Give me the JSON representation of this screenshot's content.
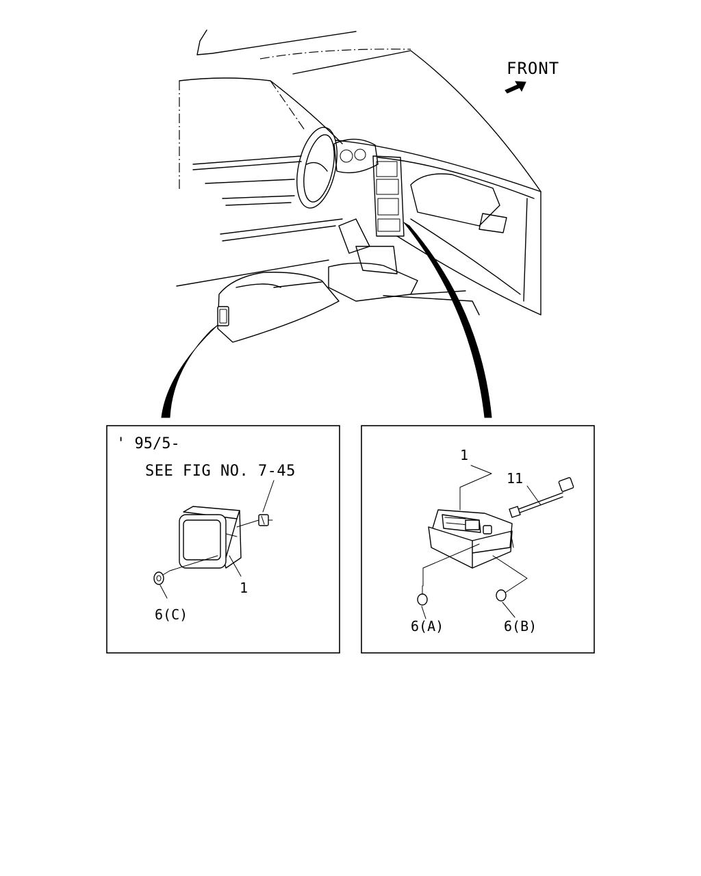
{
  "header": {
    "direction_label": "FRONT"
  },
  "left_panel": {
    "date_note": "' 95/5-",
    "reference_note": "SEE FIG NO. 7-45",
    "callouts": {
      "part": "1",
      "screw": "6(C)"
    }
  },
  "right_panel": {
    "callouts": {
      "part": "1",
      "harness": "11",
      "screw_a": "6(A)",
      "screw_b": "6(B)"
    }
  },
  "icons": {
    "direction": "arrow-icon",
    "screw": "screw-icon"
  }
}
